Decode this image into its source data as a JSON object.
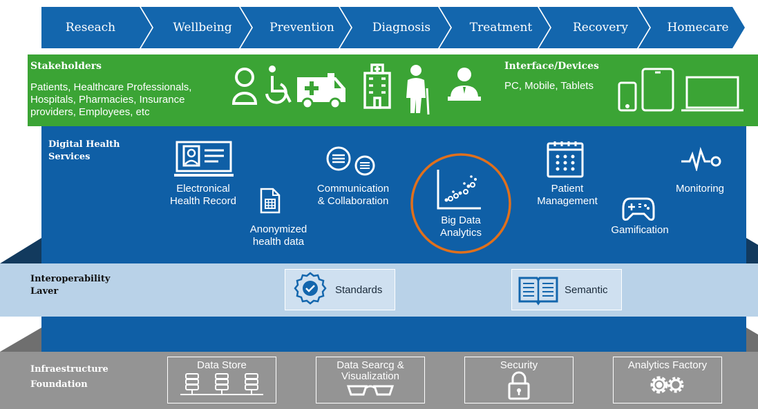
{
  "process_steps": [
    "Reseach",
    "Wellbeing",
    "Prevention",
    "Diagnosis",
    "Treatment",
    "Recovery",
    "Homecare"
  ],
  "stakeholders": {
    "title": "Stakeholders",
    "lines": [
      "Patients, Healthcare Professionals,",
      "Hospitals, Pharmacies, Insurance",
      "providers, Employees, etc"
    ],
    "icons": [
      "person-icon",
      "wheelchair-icon",
      "ambulance-icon",
      "hospital-building-icon",
      "elderly-person-icon",
      "doctor-at-computer-icon"
    ]
  },
  "interface": {
    "title": "Interface/Devices",
    "text": "PC, Mobile, Tablets",
    "icons": [
      "mobile-phone-icon",
      "tablet-icon",
      "laptop-icon"
    ]
  },
  "digital_health": {
    "title_line1": "Digital Health",
    "title_line2": "Services",
    "services": {
      "ehr": [
        "Electronical",
        "Health Record"
      ],
      "anon": [
        "Anonymized",
        "health data"
      ],
      "comm": [
        "Communication",
        "& Collaboration"
      ],
      "bigdata": [
        "Big Data",
        "Analytics"
      ],
      "patient": [
        "Patient",
        "Management"
      ],
      "gamification": "Gamification",
      "monitoring": "Monitoring"
    }
  },
  "interoperability": {
    "title_line1": "Interoperability",
    "title_line2": "Laver",
    "standards": "Standards",
    "semantic": "Semantic"
  },
  "infrastructure": {
    "title_line1": "Infraestructure",
    "title_line2": "Foundation",
    "data_store": "Data Store",
    "data_search": [
      "Data Searcg &",
      "Visualization"
    ],
    "security": "Security",
    "analytics_factory": "Analytics Factory"
  },
  "colors": {
    "process_blue": "#1366ad",
    "stakeholder_green": "#3ba435",
    "services_blue": "#0f5fa6",
    "dark_navy": "#123a5e",
    "interop_light": "#b9d2e8",
    "infra_gray": "#949494",
    "bigdata_ring": "#e0701c"
  }
}
